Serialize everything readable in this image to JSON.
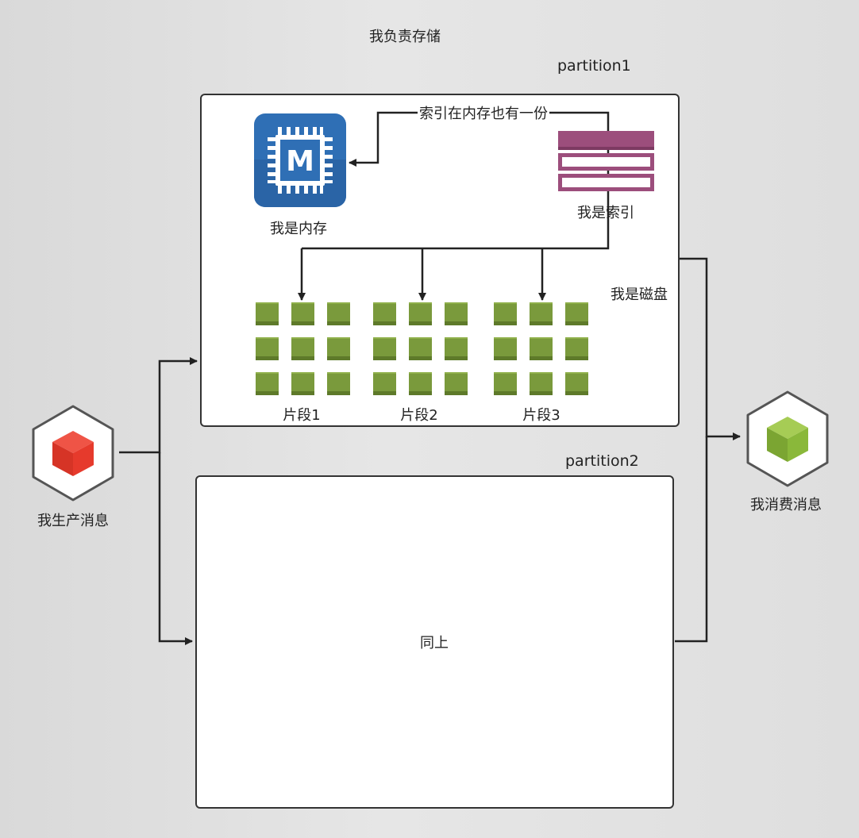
{
  "title": "我负责存储",
  "partition1": {
    "label": "partition1",
    "memory_label": "我是内存",
    "memory_icon": "memory-chip-icon",
    "memory_letter": "M",
    "index_label": "我是索引",
    "index_icon": "index-table-icon",
    "index_note": "索引在内存也有一份",
    "disk_label": "我是磁盘",
    "segments": [
      {
        "label": "片段1"
      },
      {
        "label": "片段2"
      },
      {
        "label": "片段3"
      }
    ]
  },
  "partition2": {
    "label": "partition2",
    "content": "同上"
  },
  "producer": {
    "label": "我生产消息",
    "icon": "red-cube-icon"
  },
  "consumer": {
    "label": "我消费消息",
    "icon": "green-cube-icon"
  },
  "colors": {
    "memory_blue": "#2f6fb5",
    "index_purple": "#9c4e7c",
    "segment_green": "#7a9a3c",
    "producer_red": "#e63a2c",
    "consumer_green": "#8ab83a"
  }
}
